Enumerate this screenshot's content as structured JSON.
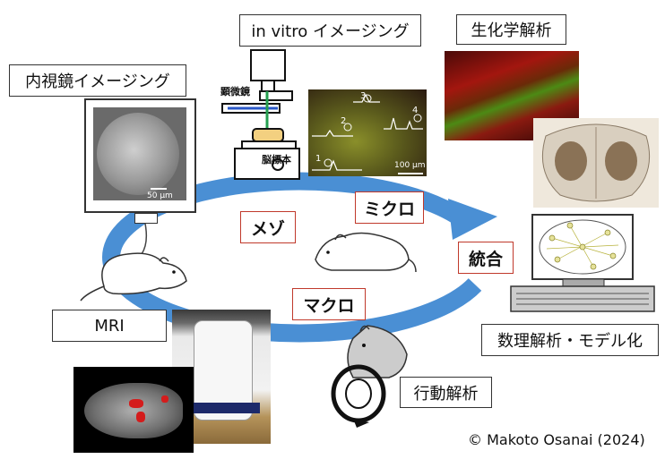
{
  "labels": {
    "invitro": "in vitro イメージング",
    "biochem": "生化学解析",
    "endoscope": "内視鏡イメージング",
    "mri": "MRI",
    "behavior": "行動解析",
    "modeling": "数理解析・モデル化",
    "integration": "統合",
    "micro": "ミクロ",
    "meso": "メゾ",
    "macro": "マクロ",
    "microscope": "顕微鏡",
    "specimen": "脳標本",
    "scalebar_endo": "50 μm",
    "scalebar_fluor": "100 μm",
    "trace_markers": [
      "1",
      "2",
      "3",
      "4"
    ]
  },
  "copyright": "© Makoto Osanai (2024)",
  "colors": {
    "cycle_arrow": "#4a8fd4",
    "tag_border": "#c0392b",
    "box_border": "#333333"
  }
}
